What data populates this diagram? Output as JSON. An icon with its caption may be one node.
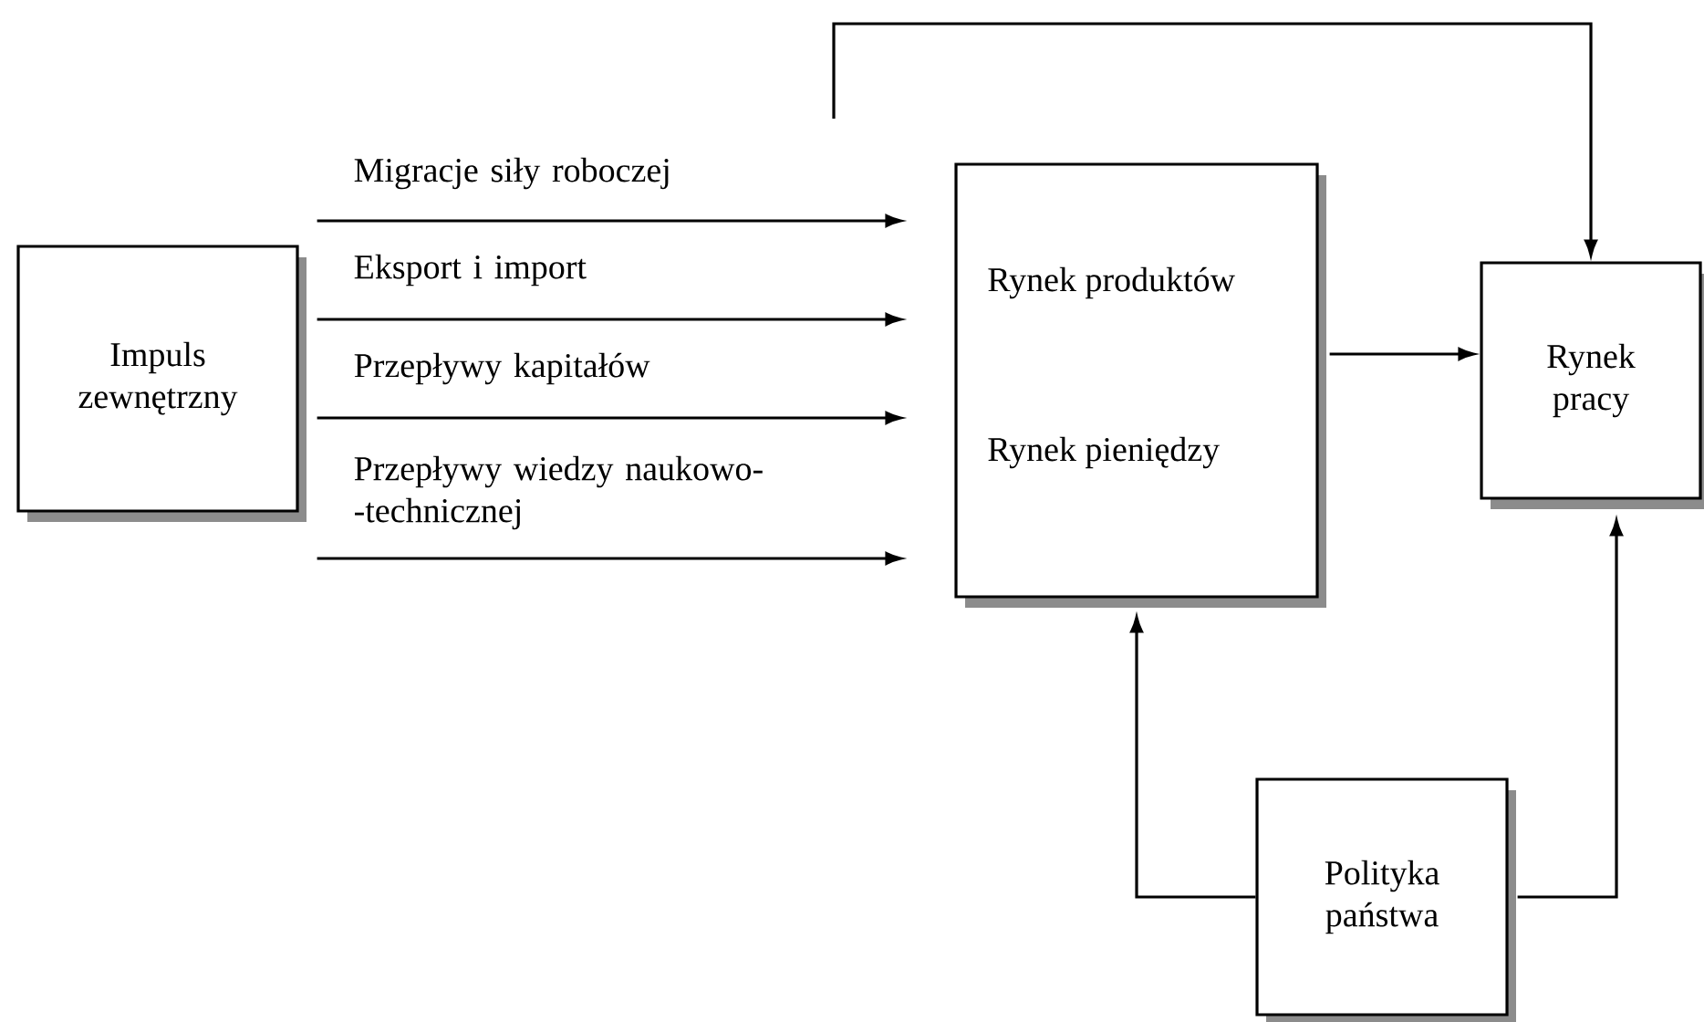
{
  "diagram": {
    "nodes": [
      {
        "text": [
          "Impuls zewnętrzny"
        ]
      },
      {
        "text": [
          "Rynek produktów",
          "Rynek pieniędzy"
        ]
      },
      {
        "text": [
          "Rynek pracy"
        ]
      },
      {
        "text": [
          "Polityka państwa"
        ]
      }
    ],
    "edges": [
      {
        "from": 0,
        "to": 1,
        "arrow": "to",
        "label": "Migracje siły roboczej"
      },
      {
        "from": 0,
        "to": 1,
        "arrow": "to",
        "label": "Eksport i import"
      },
      {
        "from": 0,
        "to": 1,
        "arrow": "to",
        "label": "Przepływy kapitałów"
      },
      {
        "from": 0,
        "to": 1,
        "arrow": "to",
        "label": "Przepływy wiedzy naukowo- -technicznej"
      },
      {
        "from": 1,
        "to": 2,
        "arrow": "to"
      },
      {
        "from": null,
        "to": 2,
        "arrow": "to"
      },
      {
        "from": 3,
        "to": 1,
        "arrow": "to"
      },
      {
        "from": 3,
        "to": 2,
        "arrow": "to"
      }
    ]
  }
}
